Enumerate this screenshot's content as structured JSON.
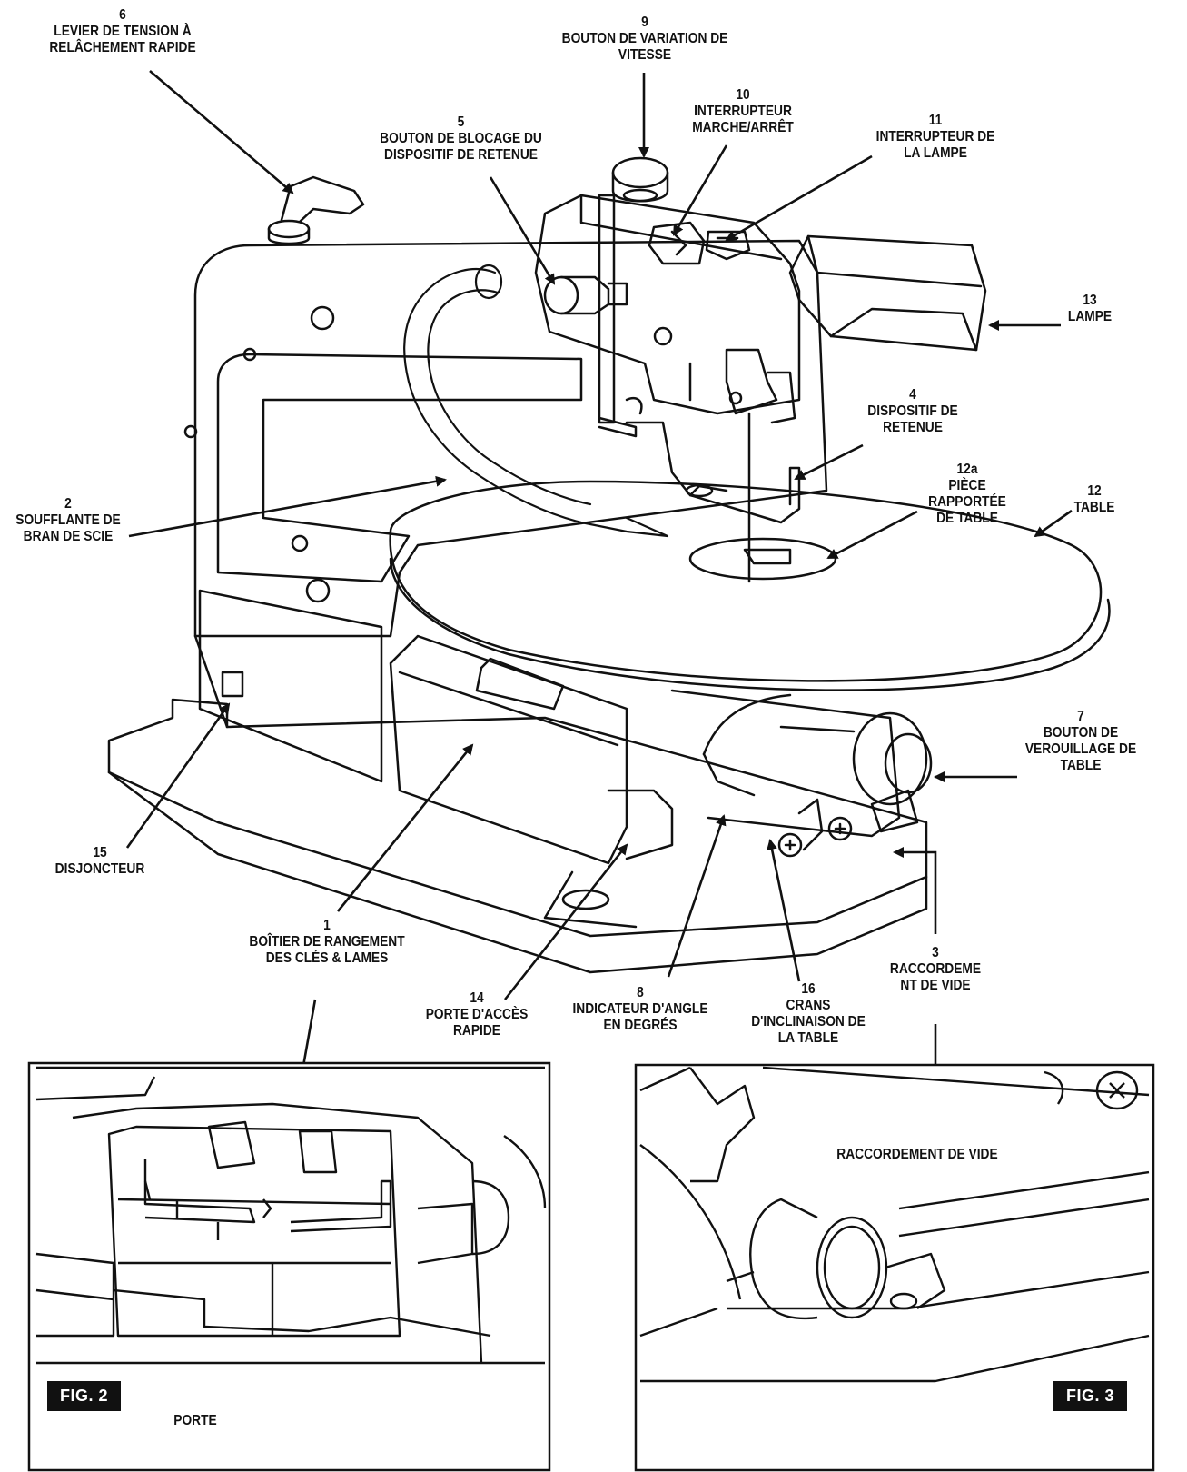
{
  "callouts": [
    {
      "id": "c6",
      "number": "6",
      "text": "LEVIER DE TENSION À\nRELÂCHEMENT RAPIDE"
    },
    {
      "id": "c9",
      "number": "9",
      "text": "BOUTON DE VARIATION DE\nVITESSE"
    },
    {
      "id": "c10",
      "number": "10",
      "text": "INTERRUPTEUR\nMARCHE/ARRÊT"
    },
    {
      "id": "c5",
      "number": "5",
      "text": "BOUTON DE BLOCAGE DU\nDISPOSITIF DE RETENUE"
    },
    {
      "id": "c11",
      "number": "11",
      "text": "INTERRUPTEUR DE\nLA LAMPE"
    },
    {
      "id": "c13",
      "number": "13",
      "text": "LAMPE"
    },
    {
      "id": "c4",
      "number": "4",
      "text": "DISPOSITIF DE\nRETENUE"
    },
    {
      "id": "c12a",
      "number": "12a",
      "text": "PIÈCE RAPPORTÉE\nDE TABLE"
    },
    {
      "id": "c12",
      "number": "12",
      "text": "TABLE"
    },
    {
      "id": "c2",
      "number": "2",
      "text": "SOUFFLANTE DE\nBRAN DE SCIE"
    },
    {
      "id": "c7",
      "number": "7",
      "text": "BOUTON DE\nVEROUILLAGE DE\nTABLE"
    },
    {
      "id": "c15",
      "number": "15",
      "text": "DISJONCTEUR"
    },
    {
      "id": "c1",
      "number": "1",
      "text": "BOÎTIER DE RANGEMENT\nDES CLÉS & LAMES"
    },
    {
      "id": "c3",
      "number": "3",
      "text": "RACCORDEME\nNT DE VIDE"
    },
    {
      "id": "c14",
      "number": "14",
      "text": "PORTE D'ACCÈS\nRAPIDE"
    },
    {
      "id": "c8",
      "number": "8",
      "text": "INDICATEUR D'ANGLE\nEN DEGRÉS"
    },
    {
      "id": "c16",
      "number": "16",
      "text": "CRANS\nD'INCLINAISON DE\nLA TABLE"
    }
  ],
  "fig2": {
    "badge": "FIG. 2",
    "label_porte": "PORTE"
  },
  "fig3": {
    "badge": "FIG. 3",
    "label_vide": "RACCORDEMENT DE VIDE"
  }
}
